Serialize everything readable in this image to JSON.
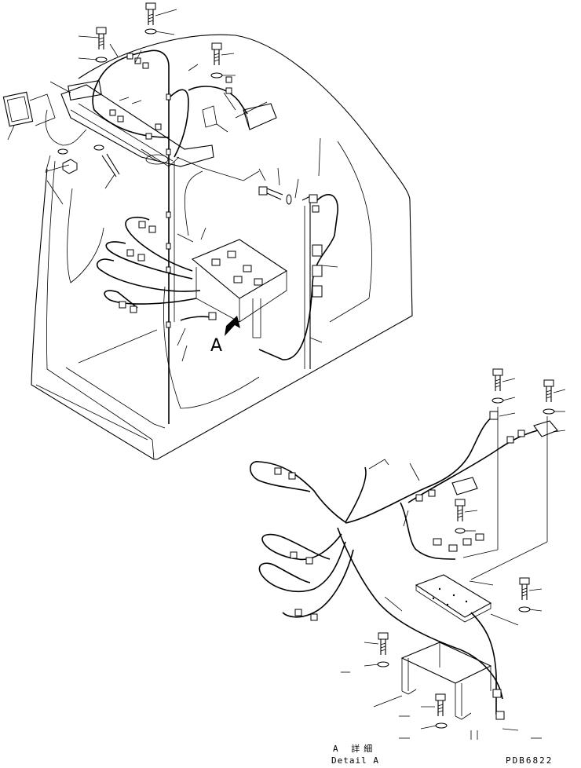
{
  "view_label": "A",
  "detail_label_jp": "A 詳細",
  "detail_label_en": "Detail A",
  "drawing_number": "PDB6822"
}
